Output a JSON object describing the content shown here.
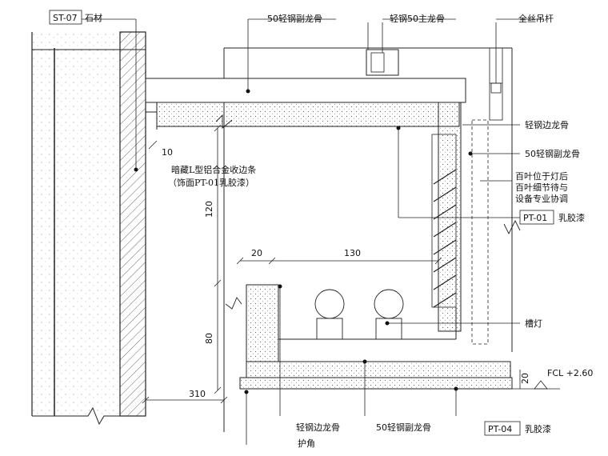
{
  "labels": {
    "st07_tag": "ST-07",
    "st07_text": "石材",
    "secondary_keel_top": "50轻钢副龙骨",
    "main_keel": "轻钢50主龙骨",
    "hanger_rod": "全丝吊杆",
    "edge_keel_right": "轻钢边龙骨",
    "secondary_keel_right": "50轻钢副龙骨",
    "louver_line1": "百叶位于灯后",
    "louver_line2": "百叶细节待与",
    "louver_line3": "设备专业协调",
    "pt01_tag": "PT-01",
    "pt01_text": "乳胶漆",
    "trim_line1": "暗藏L型铝合金收边条",
    "trim_line2": "（饰面PT-01乳胶漆）",
    "trough_light": "槽灯",
    "fcl": "FCL  +2.60",
    "edge_keel_bottom": "轻钢边龙骨",
    "secondary_keel_bottom": "50轻钢副龙骨",
    "pt04_tag": "PT-04",
    "pt04_text": "乳胶漆",
    "corner_guard": "护角"
  },
  "dimensions": {
    "d10": "10",
    "d120": "120",
    "d20_top": "20",
    "d130": "130",
    "d80": "80",
    "d20_right": "20",
    "d310": "310"
  }
}
